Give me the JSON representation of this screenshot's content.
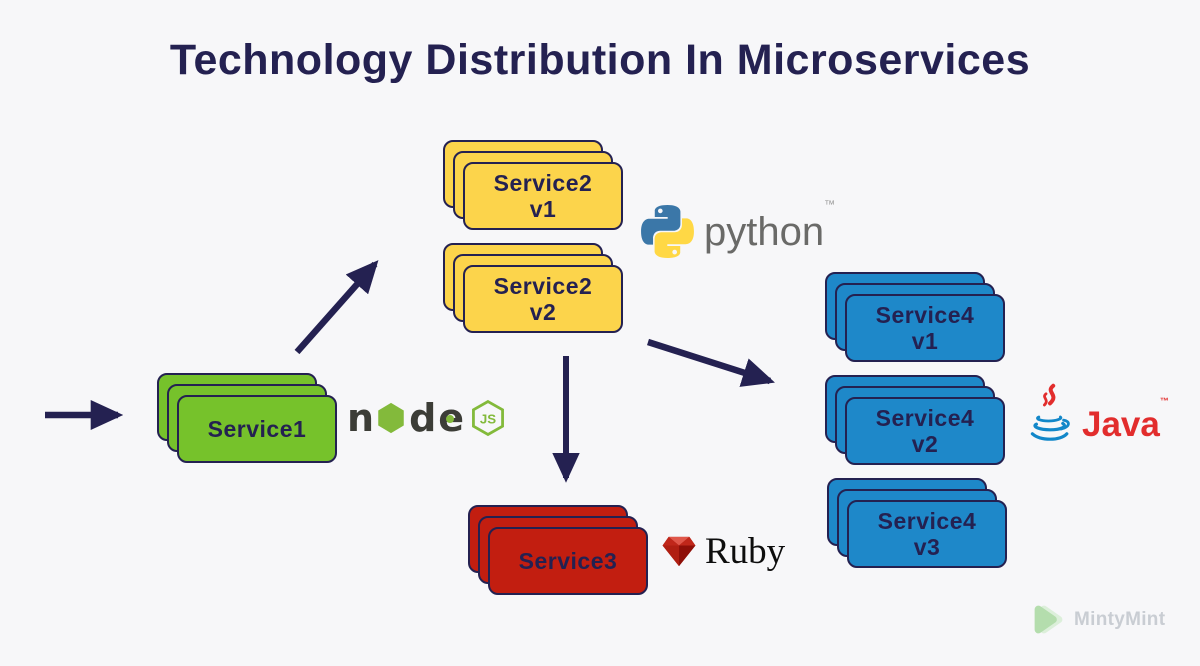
{
  "title": "Technology Distribution In Microservices",
  "colors": {
    "background": "#F7F7F9",
    "navy_accent": "#242151",
    "service1_green": "#76C22B",
    "service2_yellow": "#FCD44B",
    "service3_red": "#C21E10",
    "service4_blue": "#1E88C9"
  },
  "stacks": [
    {
      "name": "Service1",
      "version": "",
      "tech": "nodejs",
      "color": "#76C22B"
    },
    {
      "name": "Service2",
      "version": "v1",
      "tech": "python",
      "color": "#FCD44B"
    },
    {
      "name": "Service2",
      "version": "v2",
      "tech": "python",
      "color": "#FCD44B"
    },
    {
      "name": "Service3",
      "version": "",
      "tech": "ruby",
      "color": "#C21E10"
    },
    {
      "name": "Service4",
      "version": "v1",
      "tech": "java",
      "color": "#1E88C9"
    },
    {
      "name": "Service4",
      "version": "v2",
      "tech": "java",
      "color": "#1E88C9"
    },
    {
      "name": "Service4",
      "version": "v3",
      "tech": "java",
      "color": "#1E88C9"
    }
  ],
  "logos": {
    "nodejs": {
      "icon": "nodejs-hexagon-icon",
      "letter_n": "n",
      "letter_d": "d",
      "letter_e": "e",
      "badge": "JS"
    },
    "python": {
      "icon": "python-snakes-icon",
      "label": "python",
      "tm": "™"
    },
    "ruby": {
      "icon": "ruby-gem-icon",
      "label": "Ruby"
    },
    "java": {
      "icon": "java-cup-icon",
      "label": "Java",
      "tm": "™"
    }
  },
  "watermark": {
    "icon": "mintymint-play-icon",
    "label": "MintyMint"
  }
}
